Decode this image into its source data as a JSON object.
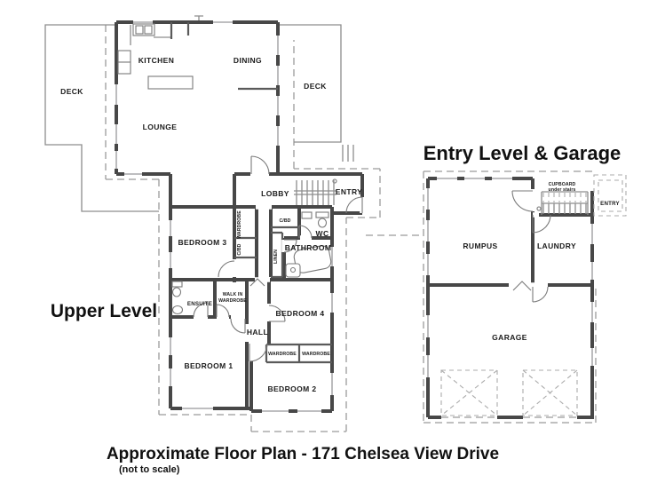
{
  "colors": {
    "background": "#ffffff",
    "wall": "#474747",
    "thin_line": "#8d8d8d",
    "dashed_line": "#9b9b9b",
    "text": "#1b1b1b"
  },
  "upper_level": {
    "title": "Upper Level",
    "rooms": {
      "deck_left": "DECK",
      "kitchen": "KITCHEN",
      "dining": "DINING",
      "deck_right": "DECK",
      "lounge": "LOUNGE",
      "lobby": "LOBBY",
      "entry": "ENTRY",
      "wardrobe_tall": "WARDROBE",
      "cbd_tall": "C/BD",
      "cbd_lobby": "C/BD",
      "wc": "WC",
      "bathroom": "BATHROOM",
      "linen": "LINEN",
      "bedroom3": "BEDROOM 3",
      "ensuite": "ENSUITE",
      "walk_in_1": "WALK IN",
      "walk_in_2": "WARDROBE",
      "bedroom4": "BEDROOM 4",
      "hall": "HALL",
      "wardrobe_b2_left": "WARDROBE",
      "wardrobe_b2_right": "WARDROBE",
      "bedroom1": "BEDROOM 1",
      "bedroom2": "BEDROOM 2"
    }
  },
  "entry_level": {
    "title": "Entry Level & Garage",
    "rooms": {
      "cupboard_1": "CUPBOARD",
      "cupboard_2": "under stairs",
      "entry": "ENTRY",
      "rumpus": "RUMPUS",
      "laundry": "LAUNDRY",
      "garage": "GARAGE"
    }
  },
  "caption": {
    "title": "Approximate Floor Plan - 171 Chelsea View Drive",
    "subtitle": "(not to scale)"
  }
}
